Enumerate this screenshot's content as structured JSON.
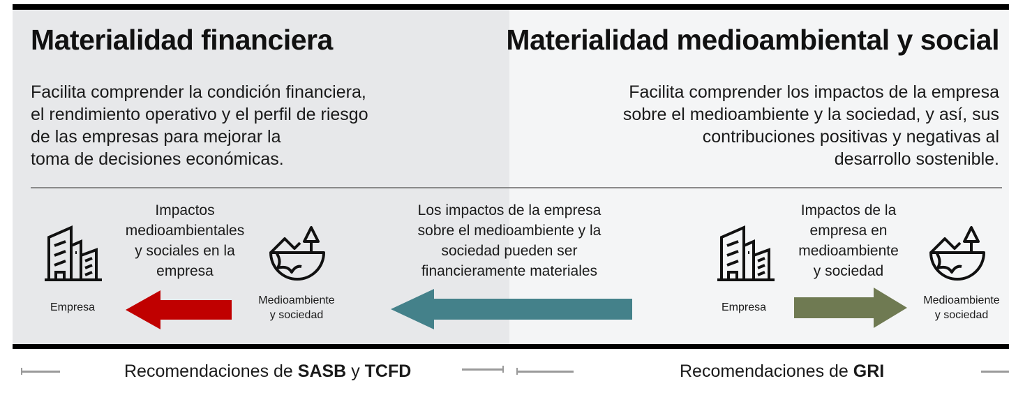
{
  "left": {
    "title": "Materialidad financiera",
    "description": "Facilita comprender la condición financiera,\nel rendimiento operativo y el perfil de riesgo\nde las empresas para mejorar la\ntoma de decisiones económicas.",
    "impact_text": "Impactos\nmedioambientales\ny sociales en la\nempresa",
    "company_label": "Empresa",
    "environment_label": "Medioambiente\ny sociedad",
    "recommendation_prefix": "Recomendaciones de ",
    "recommendation_bold1": "SASB",
    "recommendation_mid": " y ",
    "recommendation_bold2": "TCFD"
  },
  "center": {
    "impact_text": "Los impactos de la empresa\nsobre el medioambiente y la\nsociedad pueden ser\nfinancieramente materiales"
  },
  "right": {
    "title": "Materialidad medioambiental y social",
    "description": "Facilita comprender los impactos de la empresa\nsobre el medioambiente y la sociedad, y así,  sus\ncontribuciones positivas y negativas al\ndesarrollo sostenible.",
    "impact_text": "Impactos de la\nempresa en\nmedioambiente\ny sociedad",
    "company_label": "Empresa",
    "environment_label": "Medioambiente\ny sociedad",
    "recommendation_prefix": "Recomendaciones de ",
    "recommendation_bold": "GRI"
  },
  "icons": [
    "building-icon",
    "environment-icon"
  ],
  "colors": {
    "left_panel": "#e7e8ea",
    "right_panel": "#f4f5f6",
    "red_arrow": "#c00000",
    "teal_arrow": "#44818a",
    "olive_arrow": "#6f7a52",
    "rule": "#000000"
  }
}
